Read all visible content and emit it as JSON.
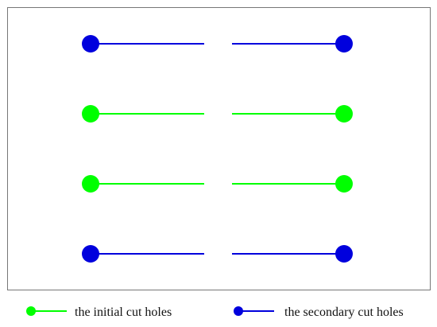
{
  "colors": {
    "initial": "#00ff00",
    "secondary": "#0000dd",
    "frame": "#777777"
  },
  "rows": [
    {
      "type": "secondary"
    },
    {
      "type": "initial"
    },
    {
      "type": "initial"
    },
    {
      "type": "secondary"
    }
  ],
  "legend": {
    "initial_label": "the initial cut holes",
    "secondary_label": "the secondary cut holes"
  }
}
